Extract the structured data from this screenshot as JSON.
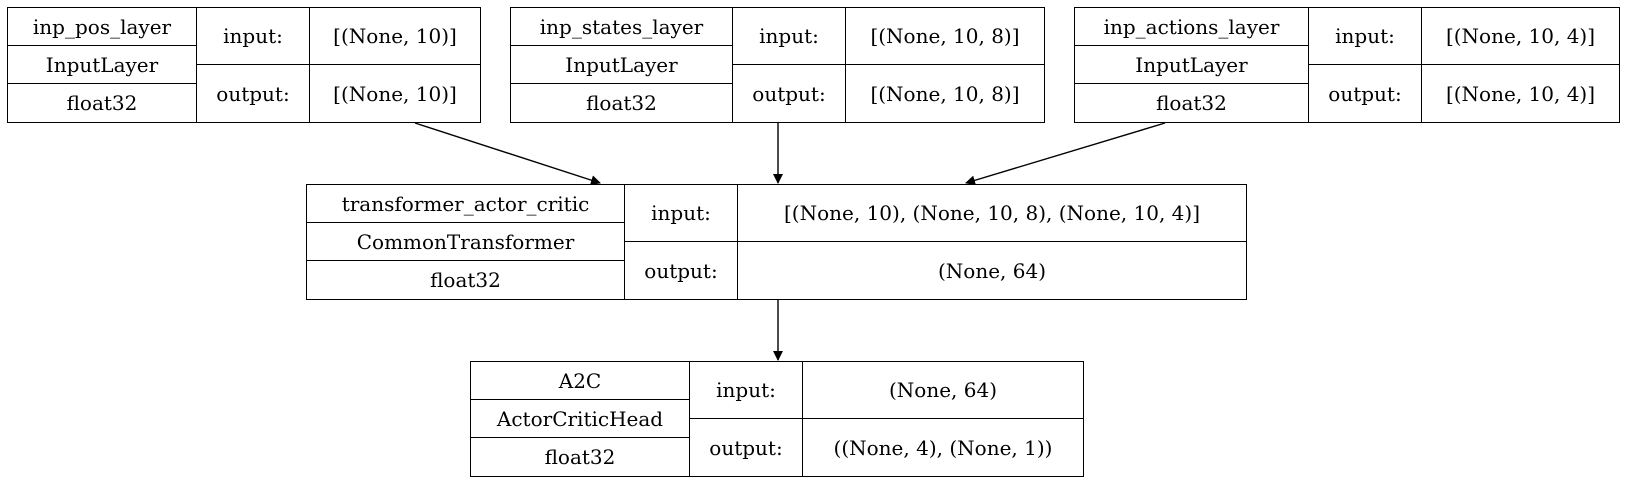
{
  "io_labels": {
    "input": "input:",
    "output": "output:"
  },
  "nodes": [
    {
      "id": "inp_pos",
      "name": "inp_pos_layer",
      "type": "InputLayer",
      "dtype": "float32",
      "input": "[(None, 10)]",
      "output": "[(None, 10)]"
    },
    {
      "id": "inp_states",
      "name": "inp_states_layer",
      "type": "InputLayer",
      "dtype": "float32",
      "input": "[(None, 10, 8)]",
      "output": "[(None, 10, 8)]"
    },
    {
      "id": "inp_actions",
      "name": "inp_actions_layer",
      "type": "InputLayer",
      "dtype": "float32",
      "input": "[(None, 10, 4)]",
      "output": "[(None, 10, 4)]"
    },
    {
      "id": "transformer",
      "name": "transformer_actor_critic",
      "type": "CommonTransformer",
      "dtype": "float32",
      "input": "[(None, 10), (None, 10, 8), (None, 10, 4)]",
      "output": "(None, 64)"
    },
    {
      "id": "a2c",
      "name": "A2C",
      "type": "ActorCriticHead",
      "dtype": "float32",
      "input": "(None, 64)",
      "output": "((None, 4), (None, 1))"
    }
  ],
  "edges": [
    {
      "from": "inp_pos",
      "to": "transformer"
    },
    {
      "from": "inp_states",
      "to": "transformer"
    },
    {
      "from": "inp_actions",
      "to": "transformer"
    },
    {
      "from": "transformer",
      "to": "a2c"
    }
  ]
}
